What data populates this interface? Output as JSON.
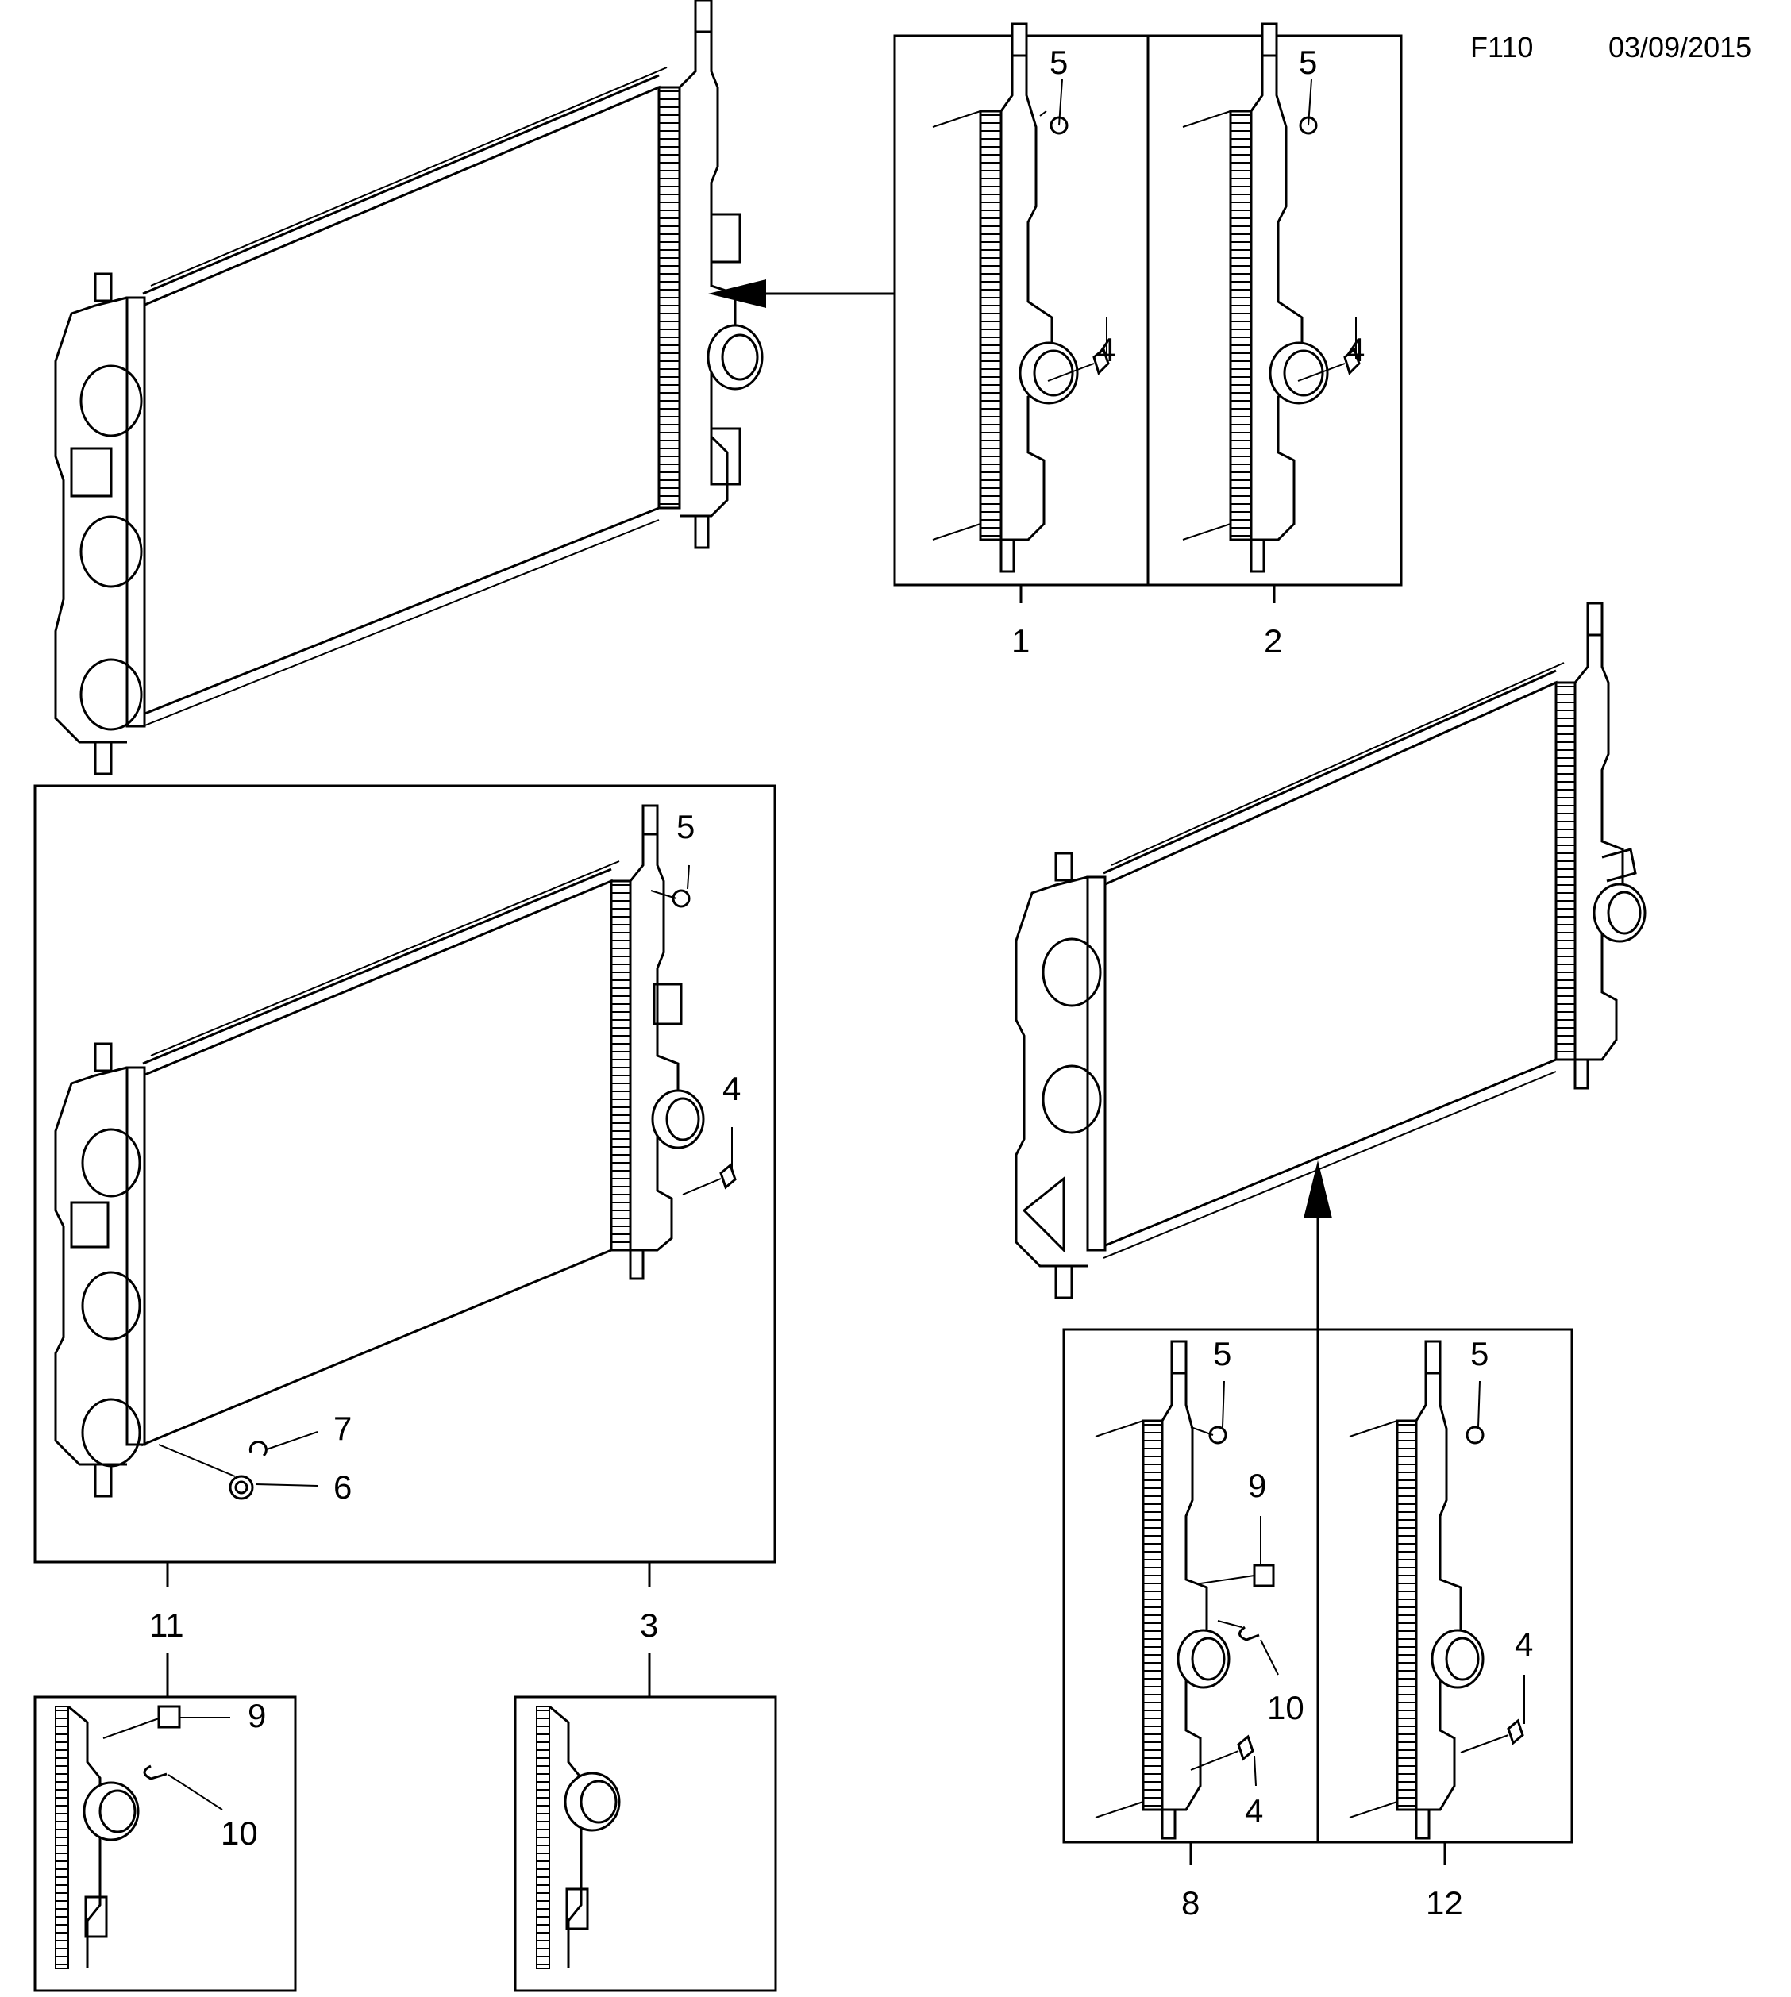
{
  "header": {
    "code": "F110",
    "date": "03/09/2015"
  },
  "callouts": {
    "box1": {
      "top": "5",
      "bottom": "4"
    },
    "box2": {
      "top": "5",
      "bottom": "4"
    },
    "main3": {
      "a": "5",
      "b": "4",
      "c": "7",
      "d": "6"
    },
    "box11": {
      "a": "9",
      "b": "10"
    },
    "box8": {
      "a": "5",
      "b": "9",
      "c": "10",
      "d": "4"
    },
    "box12": {
      "a": "5",
      "b": "4"
    }
  },
  "variants": {
    "v1": "1",
    "v2": "2",
    "v11": "11",
    "v3": "3",
    "v8": "8",
    "v12": "12"
  }
}
